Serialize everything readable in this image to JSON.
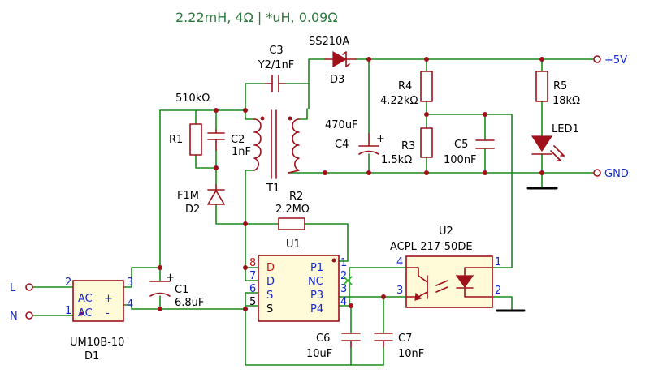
{
  "title": "2.22mH, 4Ω | *uH, 0.09Ω",
  "nets": {
    "vout": "+5V",
    "gnd": "GND",
    "line": "L",
    "neutral": "N"
  },
  "components": {
    "D3": {
      "ref": "D3",
      "value": "SS210A"
    },
    "C3": {
      "ref": "C3",
      "value": "Y2/1nF"
    },
    "R1": {
      "ref": "R1",
      "value": "510kΩ"
    },
    "C2": {
      "ref": "C2",
      "value": "1nF"
    },
    "D2": {
      "ref": "D2",
      "value": "F1M"
    },
    "T1": {
      "ref": "T1"
    },
    "R2": {
      "ref": "R2",
      "value": "2.2MΩ"
    },
    "C4": {
      "ref": "C4",
      "value": "470uF"
    },
    "R4": {
      "ref": "R4",
      "value": "4.22kΩ"
    },
    "R3": {
      "ref": "R3",
      "value": "1.5kΩ"
    },
    "C5": {
      "ref": "C5",
      "value": "100nF"
    },
    "R5": {
      "ref": "R5",
      "value": "18kΩ"
    },
    "LED1": {
      "ref": "LED1"
    },
    "U1": {
      "ref": "U1"
    },
    "U2": {
      "ref": "U2",
      "value": "ACPL-217-50DE"
    },
    "C1": {
      "ref": "C1",
      "value": "6.8uF"
    },
    "D1": {
      "ref": "D1",
      "value": "UM10B-10"
    },
    "C6": {
      "ref": "C6",
      "value": "10uF"
    },
    "C7": {
      "ref": "C7",
      "value": "10nF"
    }
  },
  "u1_pins": {
    "left_numbers": [
      "8",
      "7",
      "6",
      "5"
    ],
    "left_names": [
      "D",
      "D",
      "S",
      "S"
    ],
    "right_numbers": [
      "1",
      "2",
      "3",
      "4"
    ],
    "right_names": [
      "P1",
      "NC",
      "P3",
      "P4"
    ]
  },
  "d1_pins": {
    "numbers": [
      "2",
      "1",
      "3",
      "4"
    ],
    "names": [
      "AC",
      "AC",
      "+",
      "-"
    ]
  },
  "u2_pins": [
    "4",
    "3",
    "1",
    "2"
  ],
  "polarity_marks": {
    "c4": "+",
    "c1": "+"
  }
}
